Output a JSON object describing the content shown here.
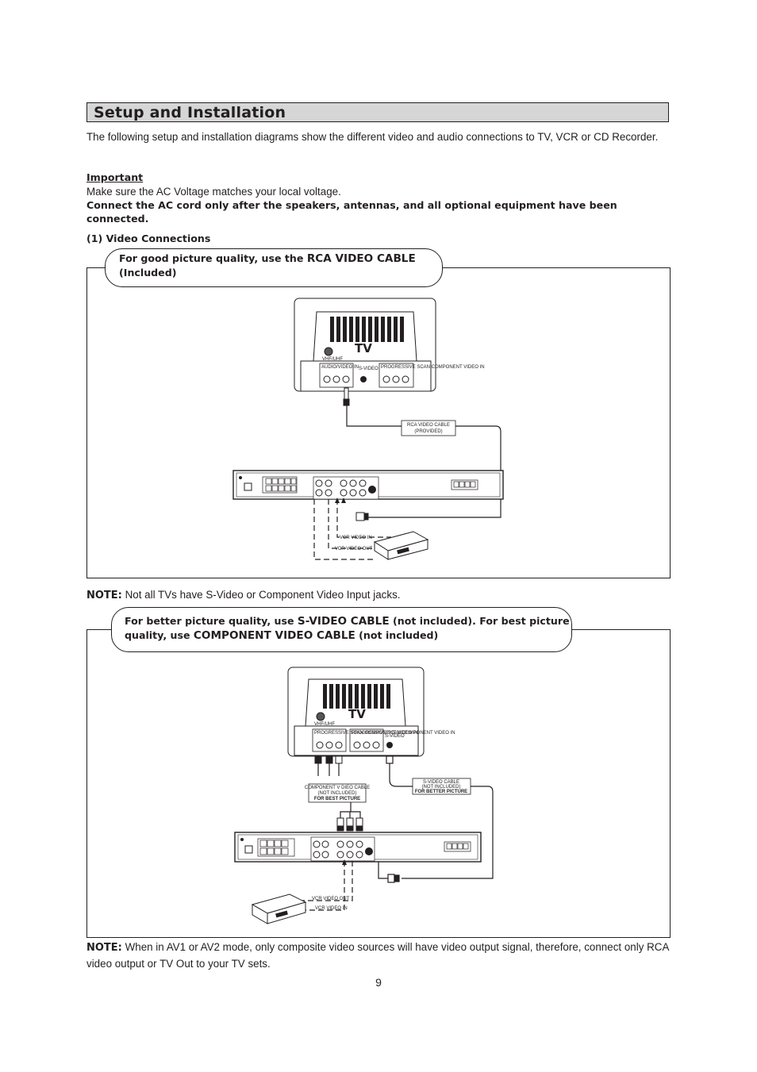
{
  "header": {
    "title": "Setup  and  Installation"
  },
  "intro": "The following setup and installation diagrams show the different video and audio connections to TV, VCR or CD Recorder.",
  "important": {
    "heading": "Important",
    "line1": "Make sure the AC Voltage matches your local voltage.",
    "line2": "Connect the AC cord only after the speakers, antennas, and all optional equipment have been connected."
  },
  "video_section": {
    "heading": "(1) Video Connections"
  },
  "diagram1": {
    "callout_pre": "For good picture quality, use the ",
    "callout_em": "RCA VIDEO CABLE",
    "callout_post": "(Included)",
    "tv_label": "TV",
    "tv_antenna_label": "VHF/UHF",
    "tv_jack_group1": "AUDIO/VIDEO IN",
    "tv_jack_group2": "S-VIDEO",
    "tv_jack_group3": "PROGRESSIVE SCAN COMPONENT VIDEO IN",
    "cable_label_line1": "RCA VIDEO CABLE",
    "cable_label_line2": "(PROVIDED)",
    "vcr_in_label": "VCR VIDEO IN",
    "vcr_out_label": "VCR VIDEO OUT"
  },
  "note1": {
    "label": "NOTE:",
    "text": " Not all TVs have S-Video or Component Video Input jacks."
  },
  "diagram2": {
    "callout_l1_pre": "For better picture quality, use ",
    "callout_l1_em": "S-VIDEO CABLE",
    "callout_l1_post": " (not included). For best picture",
    "callout_l2_pre": "quality, use ",
    "callout_l2_em": "COMPONENT VIDEO CABLE",
    "callout_l2_post": " (not included)",
    "tv_label": "TV",
    "tv_antenna_label": "VHF/UHF",
    "tv_jack_group1": "PROGRESSIVE SCAN COMPONENT VIDEO IN",
    "tv_jack_group2": "PROGRESSIVE SCAN COMPONENT VIDEO IN",
    "tv_jack_group3": "S-VIDEO",
    "component_label_line1": "COMPONENT V DIEO CABLE",
    "component_label_line2": "(NOT INCLUDED)",
    "component_label_line3": "FOR BEST PICTURE",
    "svideo_label_line1": "S-VIDEO CABLE",
    "svideo_label_line2": "(NOT INCLUDED)",
    "svideo_label_line3": "FOR BETTER PICTURE",
    "vcr_out_label": "VCR VIDEO OUT",
    "vcr_in_label": "VCR VIDEO IN"
  },
  "note2": {
    "label": "NOTE:",
    "text": " When in AV1 or AV2 mode, only composite video sources will have video  output signal, therefore, connect only RCA video output or TV Out to your TV sets."
  },
  "page_number": "9"
}
